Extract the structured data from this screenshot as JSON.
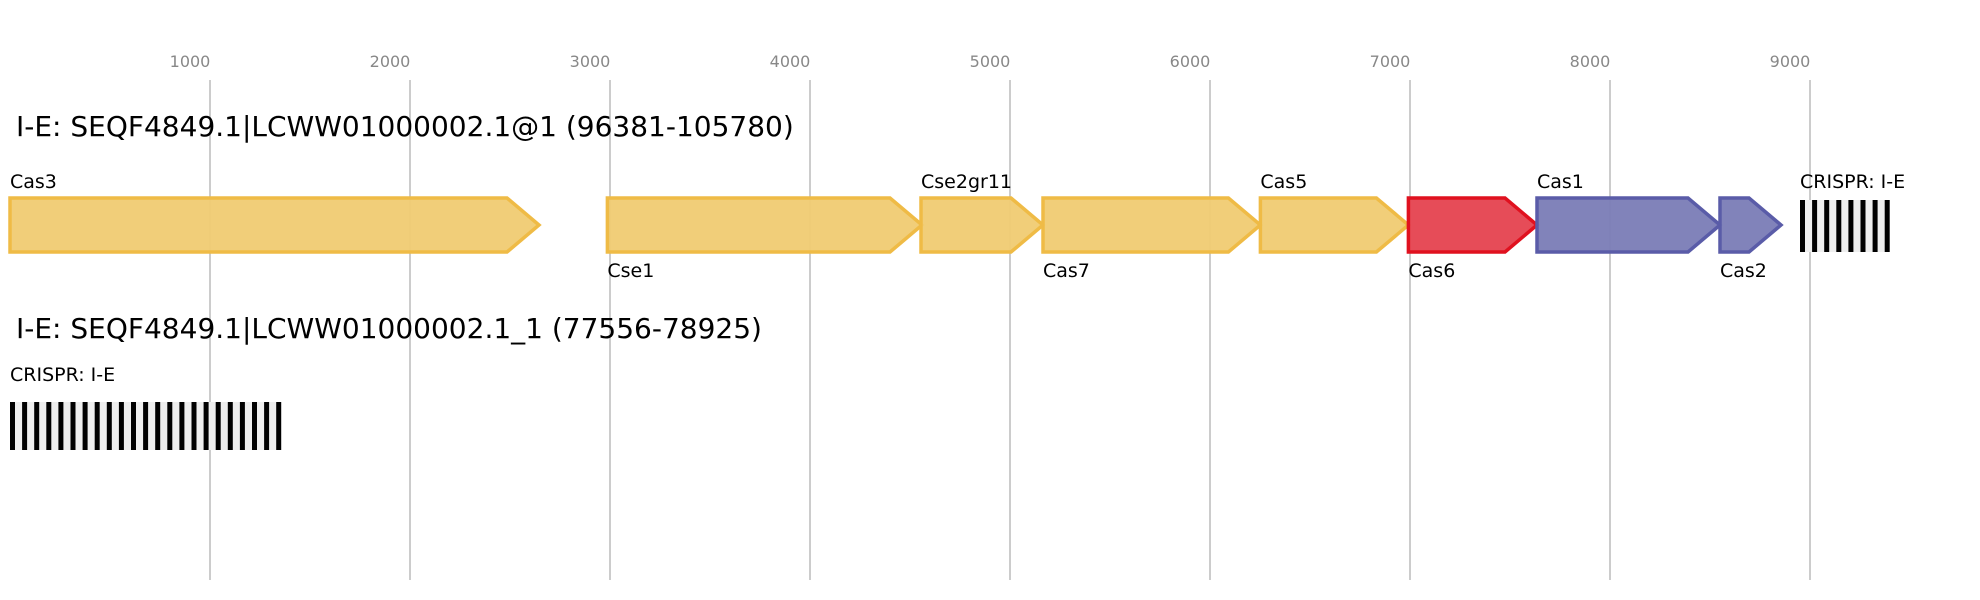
{
  "axis": {
    "ticks": [
      1000,
      2000,
      3000,
      4000,
      5000,
      6000,
      7000,
      8000,
      9000
    ],
    "tick_labels": [
      "1000",
      "2000",
      "3000",
      "4000",
      "5000",
      "6000",
      "7000",
      "8000",
      "9000"
    ]
  },
  "colors": {
    "yellow_fill": "#f0cb72",
    "yellow_stroke": "#efbb46",
    "red_fill": "#e5424f",
    "red_stroke": "#e0111f",
    "blue_fill": "#7a7cb6",
    "blue_stroke": "#5a5ca8",
    "grid": "#bbbbbb",
    "spacer": "#eeeeee",
    "repeat": "#000000"
  },
  "loci": [
    {
      "title": "I-E: SEQF4849.1|LCWW01000002.1@1 (96381-105780)",
      "genes": [
        {
          "name": "Cas3",
          "start": 0,
          "end": 2645,
          "color": "yellow",
          "label_pos": "above"
        },
        {
          "name": "Cse1",
          "start": 2987,
          "end": 4560,
          "color": "yellow",
          "label_pos": "below"
        },
        {
          "name": "Cse2gr11",
          "start": 4555,
          "end": 5165,
          "color": "yellow",
          "label_pos": "above"
        },
        {
          "name": "Cas7",
          "start": 5165,
          "end": 6252,
          "color": "yellow",
          "label_pos": "below"
        },
        {
          "name": "Cas5",
          "start": 6252,
          "end": 6992,
          "color": "yellow",
          "label_pos": "above"
        },
        {
          "name": "Cas6",
          "start": 6992,
          "end": 7635,
          "color": "red",
          "label_pos": "below"
        },
        {
          "name": "Cas1",
          "start": 7635,
          "end": 8550,
          "color": "blue",
          "label_pos": "above"
        },
        {
          "name": "Cas2",
          "start": 8550,
          "end": 8855,
          "color": "blue",
          "label_pos": "below"
        }
      ],
      "crispr": {
        "name": "CRISPR: I-E",
        "start": 8950,
        "repeats": 8
      }
    },
    {
      "title": "I-E: SEQF4849.1|LCWW01000002.1_1 (77556-78925)",
      "genes": [],
      "crispr": {
        "name": "CRISPR: I-E",
        "start": 0,
        "repeats": 23
      }
    }
  ]
}
